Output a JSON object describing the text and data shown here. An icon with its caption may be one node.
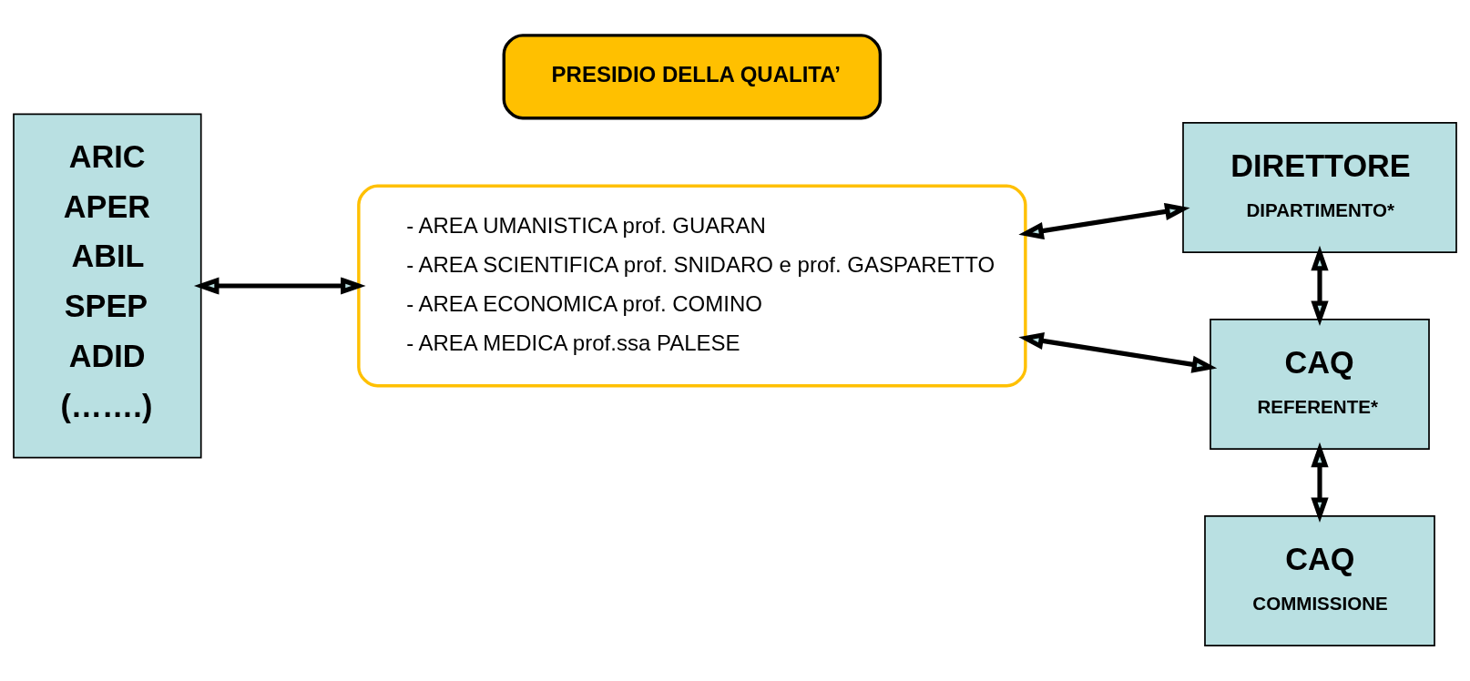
{
  "diagram": {
    "nodes": [
      {
        "text": [
          "ARIC",
          "APER",
          "ABIL",
          "SPEP",
          "ADID",
          "(…….)"
        ]
      },
      {
        "text": [
          "- AREA UMANISTICA prof. GUARAN",
          "- AREA SCIENTIFICA prof. SNIDARO e prof. GASPARETTO",
          "- AREA ECONOMICA prof. COMINO",
          "- AREA MEDICA prof.ssa PALESE"
        ]
      },
      {
        "text": [
          "PRESIDIO DELLA QUALITA’"
        ]
      },
      {
        "text": [
          "DIRETTORE",
          "DIPARTIMENTO*"
        ]
      },
      {
        "text": [
          "CAQ",
          "REFERENTE*"
        ]
      },
      {
        "text": [
          "CAQ",
          "COMMISSIONE"
        ]
      }
    ],
    "edges": [
      {
        "from": 0,
        "to": 1,
        "arrow": "both"
      },
      {
        "from": 1,
        "to": 3,
        "arrow": "both"
      },
      {
        "from": 1,
        "to": 4,
        "arrow": "both"
      },
      {
        "from": 3,
        "to": 4,
        "arrow": "both"
      },
      {
        "from": 4,
        "to": 5,
        "arrow": "both"
      }
    ]
  }
}
